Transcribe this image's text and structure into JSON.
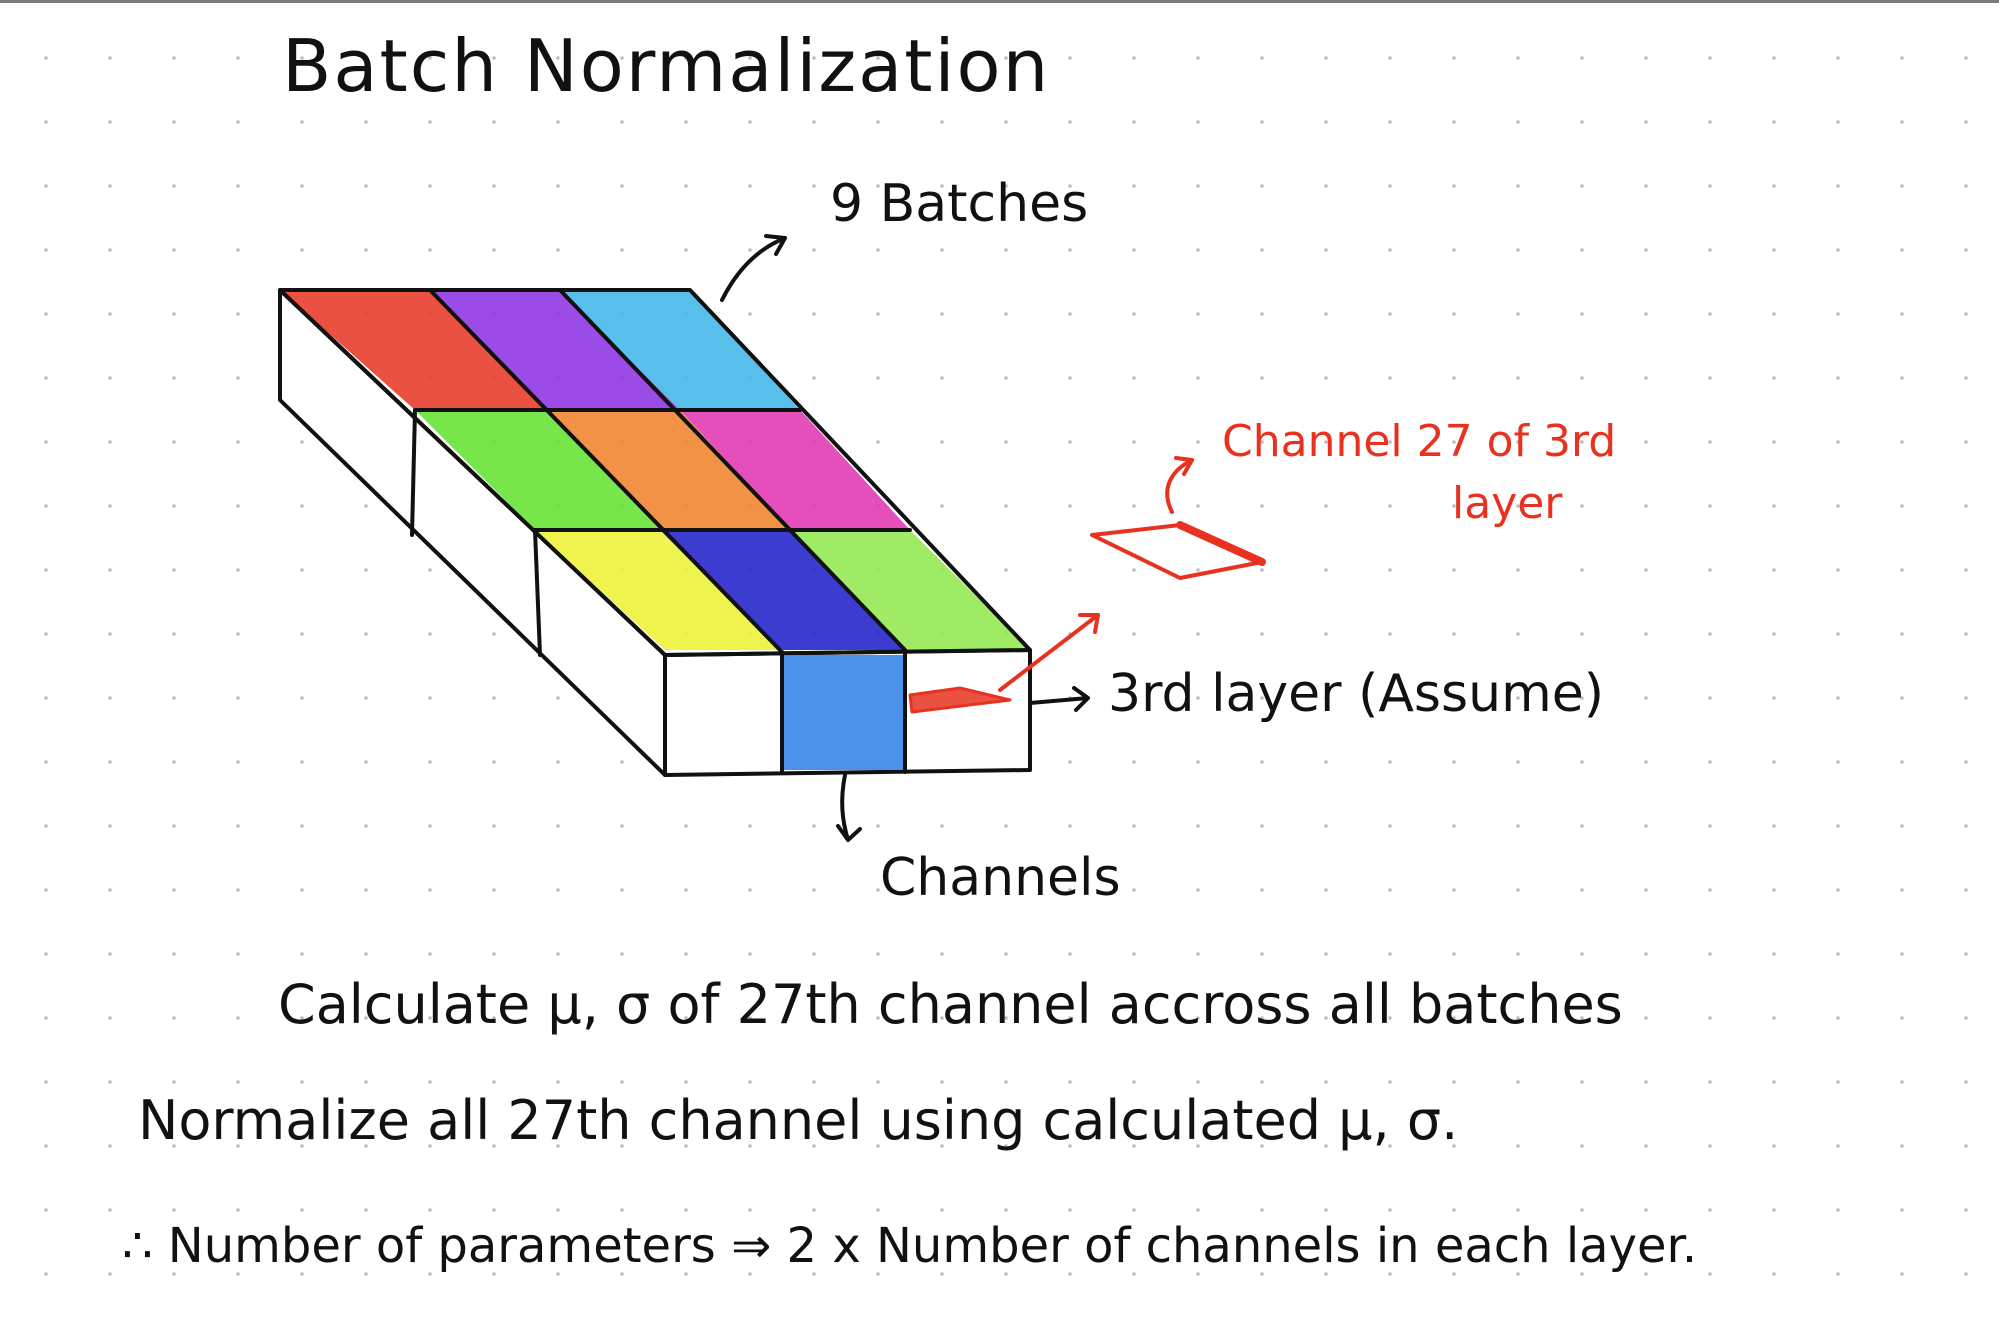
{
  "title": "Batch Normalization",
  "labels": {
    "batches": "9 Batches",
    "channel_line1": "Channel 27 of 3rd",
    "channel_line2": "layer",
    "layer": "3rd layer (Assume)",
    "channels": "Channels"
  },
  "notes": [
    "Calculate μ, σ of 27th channel accross all batches",
    "Normalize all 27th channel using calculated μ, σ.",
    "∴ Number of parameters ⇒ 2 x Number of channels in each layer."
  ],
  "colors": {
    "ink": "#111111",
    "annotation": "#e8321f",
    "batch_tiles": [
      "#e8321f",
      "#8a2be2",
      "#3bb4e8",
      "#5fe22a",
      "#f07f26",
      "#e030b0",
      "#ecf23a",
      "#1a1ac8",
      "#8ee84a"
    ],
    "highlighted_channel": "#3a86e8"
  }
}
